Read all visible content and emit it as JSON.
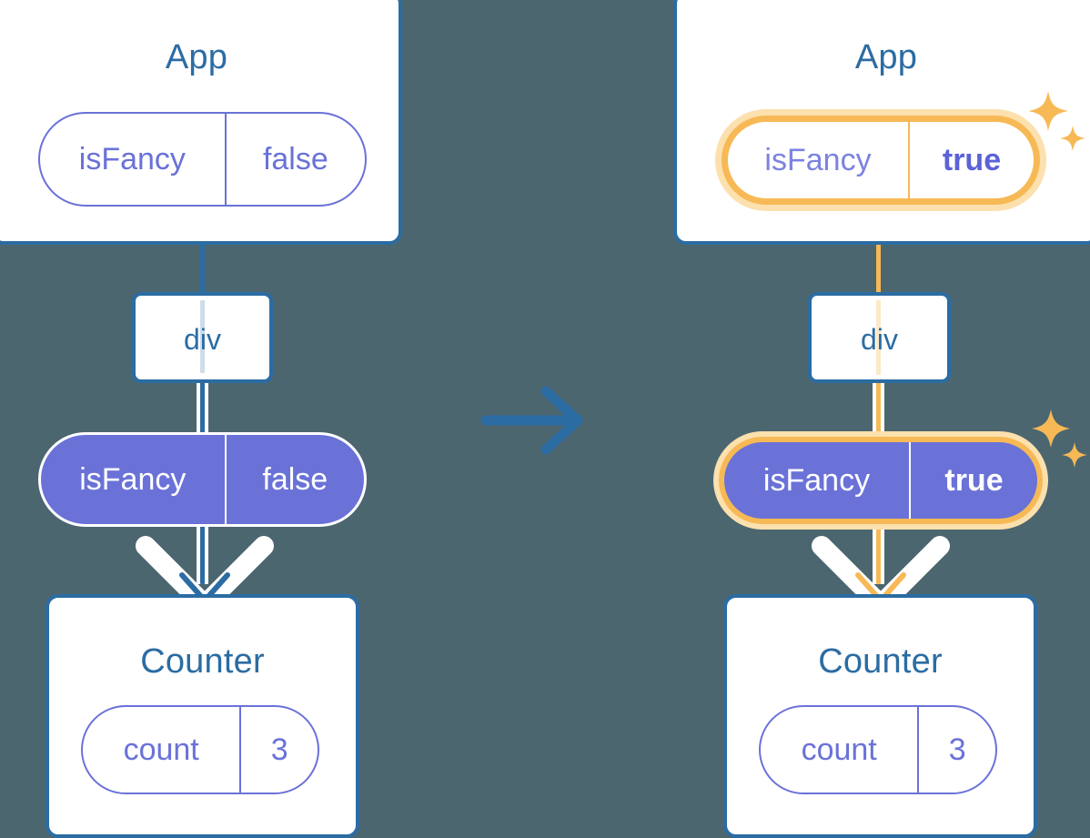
{
  "diagram": {
    "title": "React state propagation: isFancy lifted to App",
    "background_color": "#4c6670",
    "accent_blue": "#2b6ca3",
    "accent_purple": "#6a72d8",
    "accent_orange": "#f7b955",
    "highlight_halo": "#fce0ae"
  },
  "before": {
    "app": {
      "title": "App",
      "state": {
        "name": "isFancy",
        "value": "false"
      }
    },
    "div": {
      "label": "div"
    },
    "prop_pill": {
      "name": "isFancy",
      "value": "false"
    },
    "counter": {
      "title": "Counter",
      "state": {
        "name": "count",
        "value": "3"
      }
    }
  },
  "after": {
    "app": {
      "title": "App",
      "state": {
        "name": "isFancy",
        "value": "true"
      }
    },
    "div": {
      "label": "div"
    },
    "prop_pill": {
      "name": "isFancy",
      "value": "true"
    },
    "counter": {
      "title": "Counter",
      "state": {
        "name": "count",
        "value": "3"
      }
    }
  },
  "transition": {
    "icon": "arrow-right-icon"
  },
  "icons": {
    "sparkle_large": "sparkle-icon",
    "sparkle_small": "sparkle-icon"
  }
}
